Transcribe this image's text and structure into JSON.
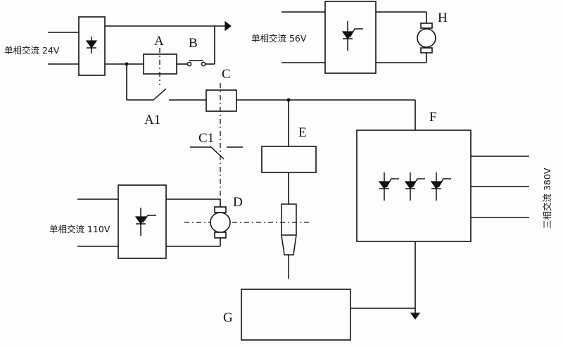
{
  "labels": {
    "A": "A",
    "B": "B",
    "C": "C",
    "D": "D",
    "E": "E",
    "F": "F",
    "G": "G",
    "H": "H",
    "A1": "A1",
    "C1": "C1"
  },
  "sources": {
    "ac24": "单相交流 24V",
    "ac56": "单相交流 56V",
    "ac110": "单相交流 110V",
    "ac380": "三相交流 380V"
  }
}
